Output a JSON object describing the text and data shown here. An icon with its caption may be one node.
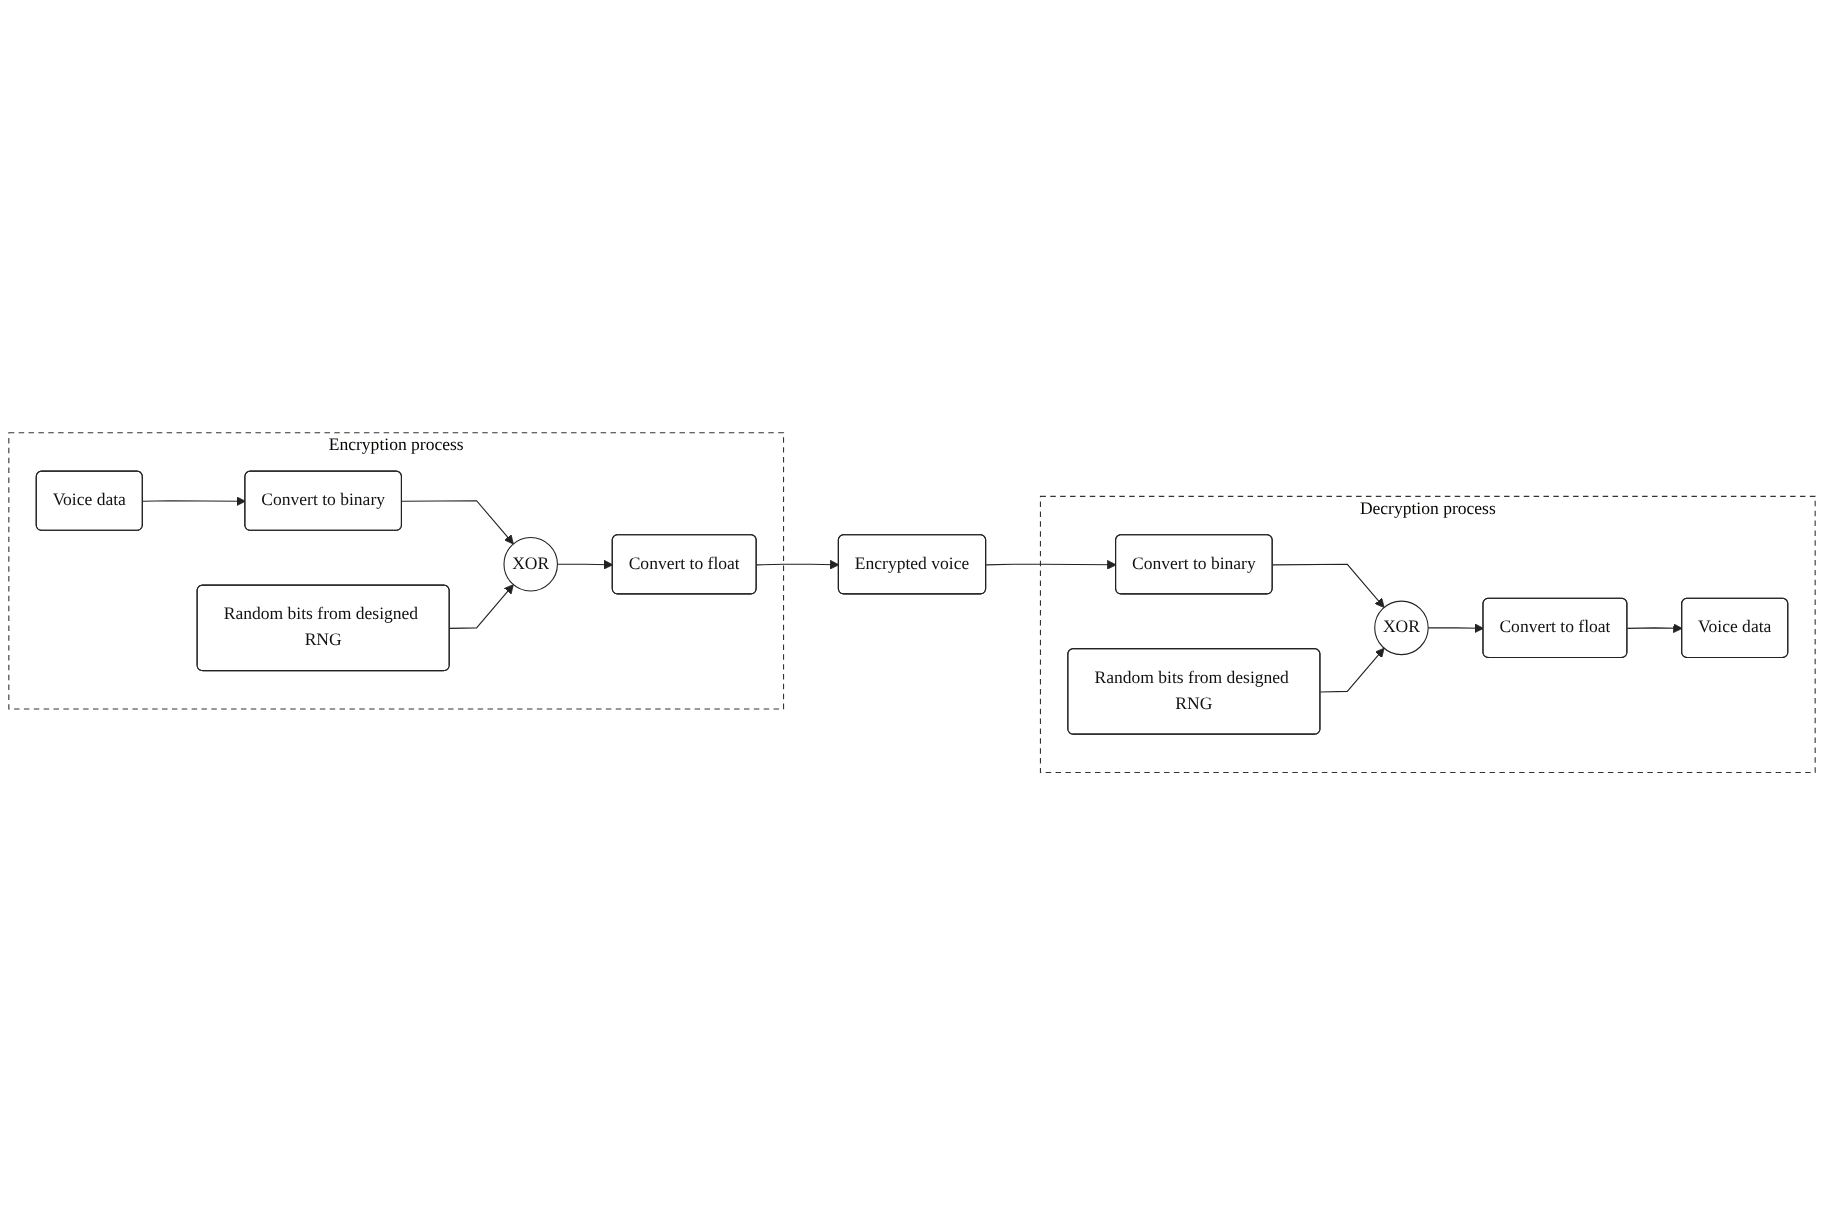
{
  "diagram": {
    "nodes": [
      {
        "text": [
          "Encryption process"
        ]
      },
      {
        "text": [
          "Voice data"
        ],
        "in": 0
      },
      {
        "text": [
          "Convert to binary"
        ],
        "in": 0
      },
      {
        "text": [
          "XOR"
        ],
        "in": 0
      },
      {
        "text": [
          "Random bits from designed RNG"
        ],
        "in": 0
      },
      {
        "text": [
          "Convert to float"
        ],
        "in": 0
      },
      {
        "text": [
          "Encrypted voice"
        ]
      },
      {
        "text": [
          "Decryption process"
        ]
      },
      {
        "text": [
          "Voice data"
        ],
        "in": 7
      },
      {
        "text": [
          "Convert to float"
        ],
        "in": 7
      },
      {
        "text": [
          "XOR"
        ],
        "in": 7
      },
      {
        "text": [
          "Random bits from designed RNG"
        ],
        "in": 7
      },
      {
        "text": [
          "Convert to binary"
        ],
        "in": 7
      }
    ],
    "edges": [
      {
        "from": 1,
        "to": 2,
        "arrow": "to"
      },
      {
        "from": 2,
        "to": 3,
        "arrow": "to"
      },
      {
        "from": 4,
        "to": 3,
        "arrow": "to"
      },
      {
        "from": 3,
        "to": 5,
        "arrow": "to"
      },
      {
        "from": 5,
        "to": 6,
        "arrow": "to"
      },
      {
        "from": 6,
        "to": 12,
        "arrow": "to"
      },
      {
        "from": 12,
        "to": 10,
        "arrow": "to"
      },
      {
        "from": 10,
        "to": 9,
        "arrow": "to"
      },
      {
        "from": 9,
        "to": 8,
        "arrow": "to"
      },
      {
        "from": 11,
        "to": 10,
        "arrow": "to"
      }
    ]
  }
}
